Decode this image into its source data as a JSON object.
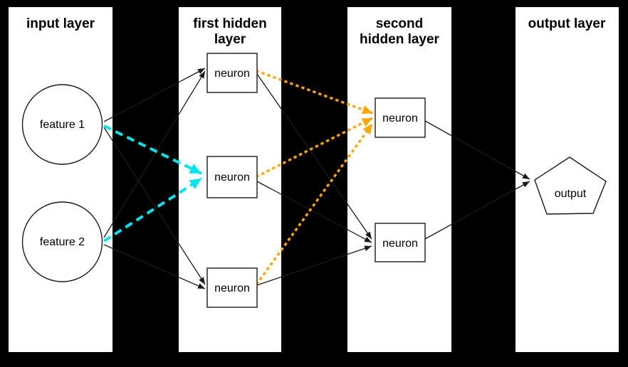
{
  "diagram": {
    "type": "neural-network-architecture",
    "colors": {
      "background": "#000000",
      "panel": "#FFFFFF",
      "edge": "#1A1A1A",
      "cyan_highlight": "#00E5EE",
      "orange_highlight": "#FFA500",
      "cyan_node_fill": "#00FFFF",
      "orange_node_fill": "#FFA500"
    },
    "layer_panels": [
      {
        "id": "input",
        "title_lines": [
          "input layer"
        ]
      },
      {
        "id": "hidden1",
        "title_lines": [
          "first hidden",
          "layer"
        ]
      },
      {
        "id": "hidden2",
        "title_lines": [
          "second",
          "hidden layer"
        ]
      },
      {
        "id": "output",
        "title_lines": [
          "output layer"
        ]
      }
    ],
    "nodes": {
      "feature1": {
        "label": "feature 1",
        "shape": "circle",
        "layer": "input"
      },
      "feature2": {
        "label": "feature 2",
        "shape": "circle",
        "layer": "input"
      },
      "hidden1_top": {
        "label": "neuron",
        "shape": "box",
        "layer": "hidden1"
      },
      "hidden1_middle": {
        "label": "neuron",
        "shape": "box",
        "layer": "hidden1",
        "fill": "#00FFFF"
      },
      "hidden1_bottom": {
        "label": "neuron",
        "shape": "box",
        "layer": "hidden1"
      },
      "hidden2_top": {
        "label": "neuron",
        "shape": "box",
        "layer": "hidden2",
        "fill": "#FFA500"
      },
      "hidden2_bottom": {
        "label": "neuron",
        "shape": "box",
        "layer": "hidden2"
      },
      "output": {
        "label": "output",
        "shape": "pentagon",
        "layer": "output"
      }
    },
    "edges": [
      {
        "from": "feature1",
        "to": "hidden1_top",
        "style": "solid-black"
      },
      {
        "from": "feature2",
        "to": "hidden1_top",
        "style": "solid-black"
      },
      {
        "from": "feature1",
        "to": "hidden1_bottom",
        "style": "solid-black"
      },
      {
        "from": "feature2",
        "to": "hidden1_bottom",
        "style": "solid-black"
      },
      {
        "from": "feature1",
        "to": "hidden1_middle",
        "style": "dashed-cyan"
      },
      {
        "from": "feature2",
        "to": "hidden1_middle",
        "style": "dashed-cyan"
      },
      {
        "from": "hidden1_top",
        "to": "hidden2_bottom",
        "style": "solid-black"
      },
      {
        "from": "hidden1_middle",
        "to": "hidden2_bottom",
        "style": "solid-black"
      },
      {
        "from": "hidden1_bottom",
        "to": "hidden2_bottom",
        "style": "solid-black"
      },
      {
        "from": "hidden1_top",
        "to": "hidden2_top",
        "style": "dotted-orange"
      },
      {
        "from": "hidden1_middle",
        "to": "hidden2_top",
        "style": "dotted-orange"
      },
      {
        "from": "hidden1_bottom",
        "to": "hidden2_top",
        "style": "dotted-orange"
      },
      {
        "from": "hidden2_top",
        "to": "output",
        "style": "solid-black"
      },
      {
        "from": "hidden2_bottom",
        "to": "output",
        "style": "solid-black"
      }
    ]
  }
}
